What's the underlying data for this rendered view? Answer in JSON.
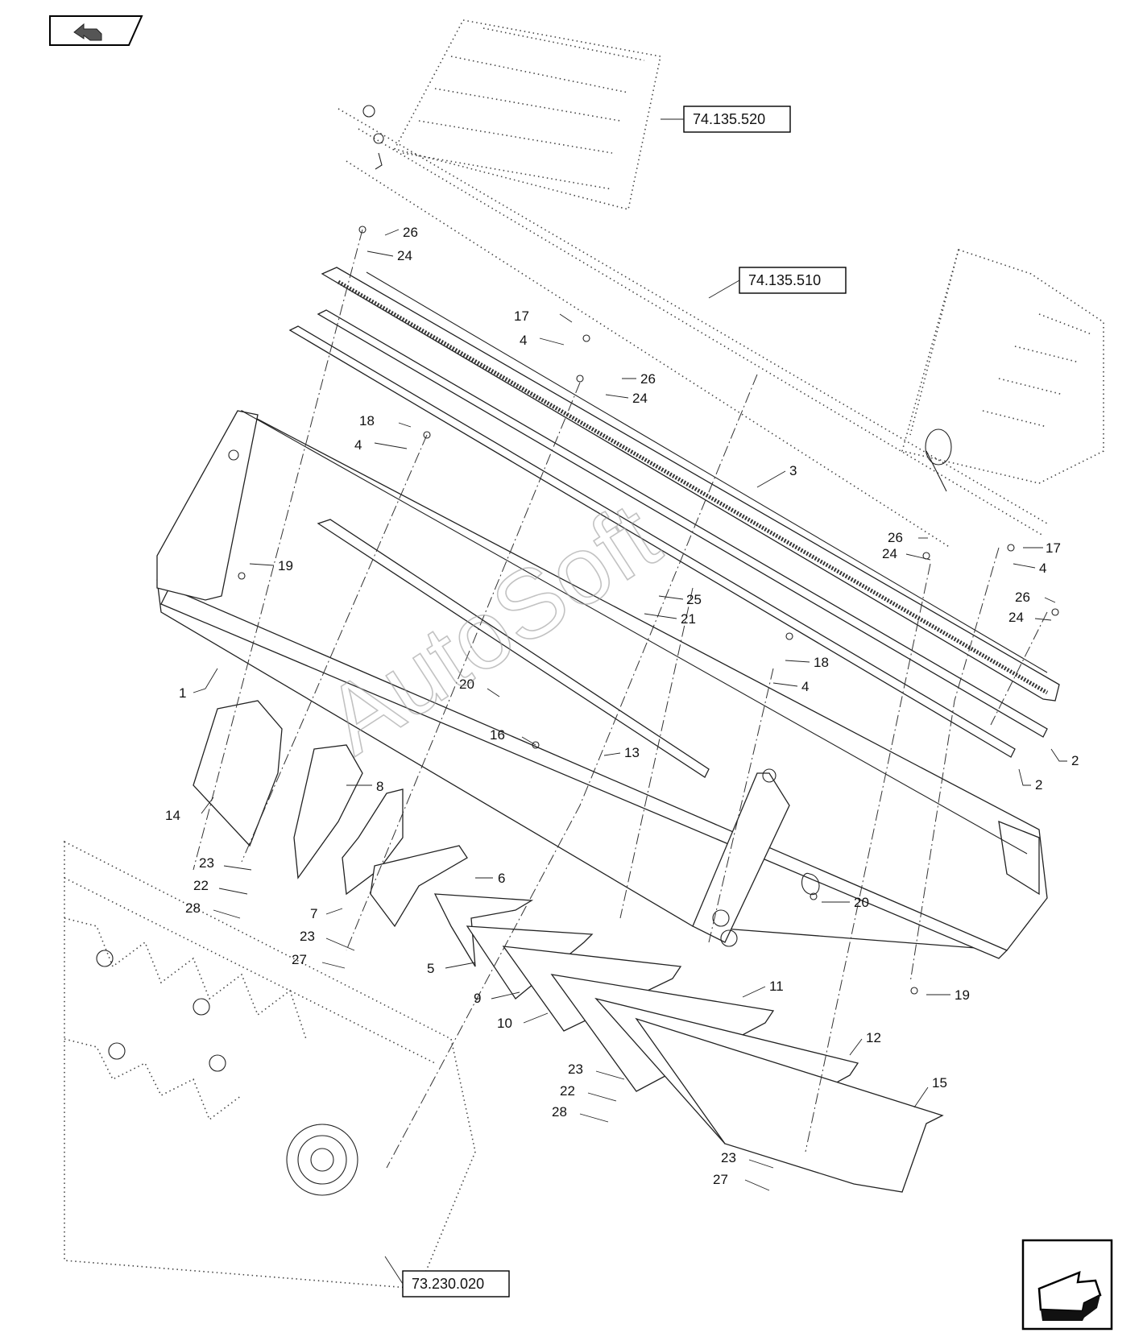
{
  "nav": {
    "prev_icon": "back-arrow-icon",
    "next_icon": "forward-arrow-icon"
  },
  "references": [
    "74.135.520",
    "74.135.510",
    "73.230.020"
  ],
  "watermark": "AutoSoft",
  "callouts": [
    "26",
    "24",
    "17",
    "4",
    "26",
    "24",
    "18",
    "4",
    "3",
    "19",
    "26",
    "24",
    "17",
    "4",
    "25",
    "21",
    "26",
    "24",
    "18",
    "4",
    "1",
    "20",
    "16",
    "13",
    "2",
    "2",
    "14",
    "8",
    "23",
    "22",
    "28",
    "7",
    "6",
    "20",
    "23",
    "27",
    "5",
    "9",
    "19",
    "11",
    "10",
    "12",
    "23",
    "22",
    "28",
    "15",
    "23",
    "27"
  ]
}
